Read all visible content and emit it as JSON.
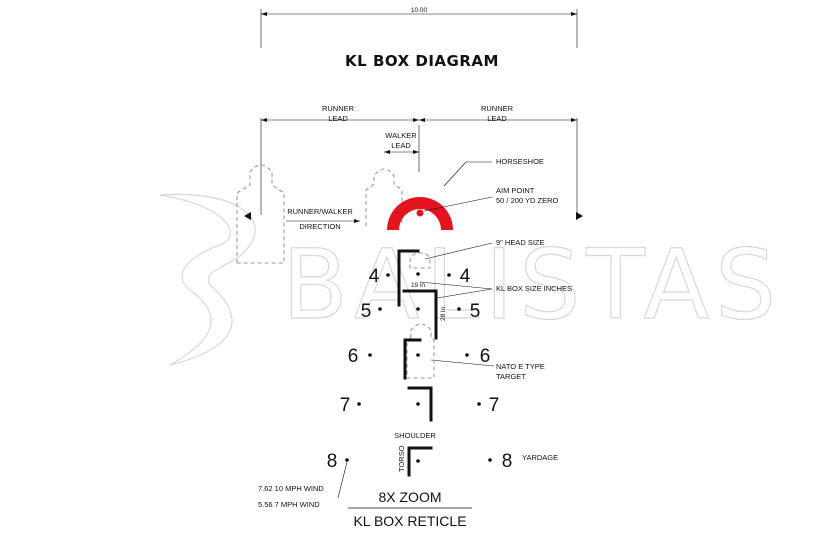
{
  "title": "KL BOX DIAGRAM",
  "watermark": "BALISTAS",
  "dimension_label": "10.00",
  "runner_lead_label": "RUNNER\nLEAD",
  "walker_lead_label": "WALKER\nLEAD",
  "direction_label": "RUNNER/WALKER\nDIRECTION",
  "callouts": {
    "horseshoe": "HORSESHOE",
    "aim_point": "AIM POINT\n50 / 200 YD ZERO",
    "head_size": "9\" HEAD SIZE",
    "kl_box_size": "KL BOX SIZE INCHES",
    "nato_target": "NATO E TYPE\nTARGET",
    "yardage": "YARDAGE",
    "shoulder": "SHOULDER",
    "torso": "TORSO"
  },
  "box_dims": {
    "width": "19 in",
    "height": "28 in"
  },
  "yardage_rows": [
    "4",
    "5",
    "6",
    "7",
    "8"
  ],
  "wind": [
    "7.62 10 MPH WIND",
    "5.56  7 MPH WIND"
  ],
  "zoom_label": "8X ZOOM",
  "reticle_label": "KL BOX RETICLE",
  "colors": {
    "horseshoe": "#e4141e",
    "lines": "#111111",
    "target_outline": "#9a9a9a",
    "watermark": "#d8d8d8"
  }
}
